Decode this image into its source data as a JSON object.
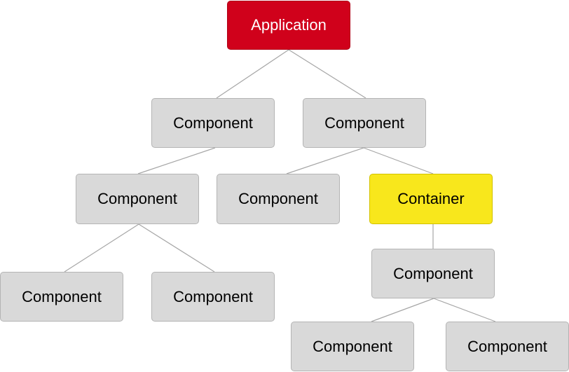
{
  "colors": {
    "root_fill": "#d0011b",
    "component_fill": "#d9d9d9",
    "container_fill": "#f8e71c",
    "edge_stroke": "#a6a6a6"
  },
  "nodes": {
    "application": "Application",
    "component_l1_left": "Component",
    "component_l1_right": "Component",
    "component_l2_left": "Component",
    "component_l2_middle": "Component",
    "container": "Container",
    "component_l3_left_a": "Component",
    "component_l3_left_b": "Component",
    "component_under_container": "Component",
    "component_l4_a": "Component",
    "component_l4_b": "Component"
  }
}
